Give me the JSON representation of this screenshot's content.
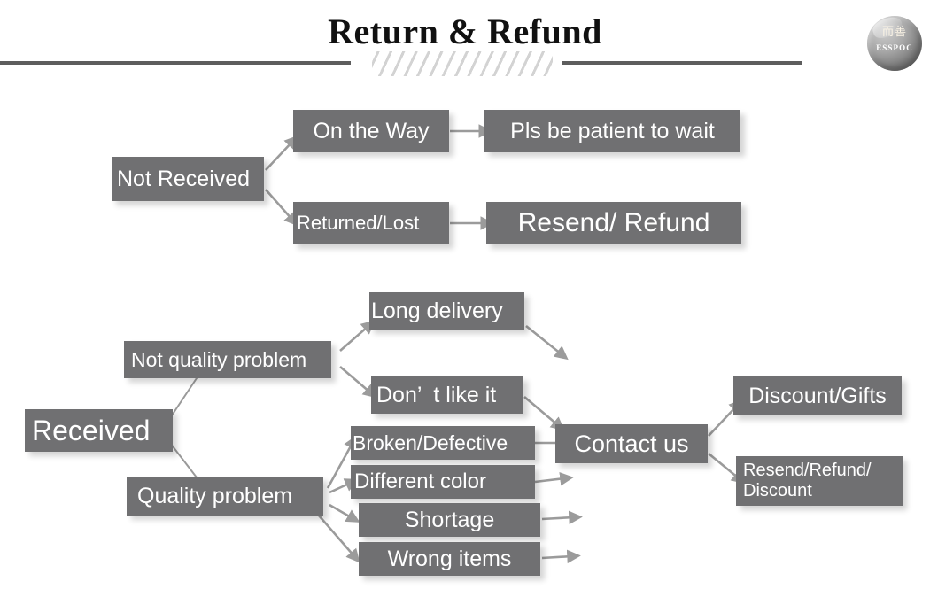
{
  "header": {
    "title": "Return & Refund",
    "divider": {
      "hatch": "diagonal-hatch-ornament"
    }
  },
  "logo": {
    "cn": "而善",
    "en": "ESSPOC"
  },
  "colors": {
    "node_fill": "#707072",
    "node_text": "#ffffff",
    "arrow": "#969696",
    "connector": "#9a9a9a",
    "title_text": "#111111",
    "divider": "#5d5d5d",
    "page_background": "#ffffff"
  },
  "flow": {
    "groups": [
      {
        "id": "not-received-group",
        "root": "Not Received",
        "branches": [
          {
            "label": "On the Way",
            "result": "Pls be patient to wait"
          },
          {
            "label": "Returned/Lost",
            "result": "Resend/ Refund"
          }
        ]
      },
      {
        "id": "received-group",
        "root": "Received",
        "branches": [
          {
            "label": "Not quality problem",
            "reasons": [
              "Long delivery",
              "Don’  t like it"
            ]
          },
          {
            "label": "Quality problem",
            "reasons": [
              "Broken/Defective",
              "Different color",
              "Shortage",
              "Wrong items"
            ]
          }
        ],
        "action": "Contact us",
        "outcomes": [
          "Discount/Gifts",
          "Resend/Refund/\nDiscount"
        ]
      }
    ],
    "nodes": {
      "not_received": "Not Received",
      "on_the_way": "On the Way",
      "pls_be_patient": "Pls be patient to wait",
      "returned_lost": "Returned/Lost",
      "resend_refund": "Resend/ Refund",
      "received": "Received",
      "not_quality_problem": "Not quality problem",
      "quality_problem": "Quality problem",
      "long_delivery": "Long delivery",
      "dont_like_it": "Don’  t like it",
      "broken_defective": "Broken/Defective",
      "different_color": "Different color",
      "shortage": "Shortage",
      "wrong_items": "Wrong items",
      "contact_us": "Contact us",
      "discount_gifts": "Discount/Gifts",
      "resend_refund_discount_line1": "Resend/Refund/",
      "resend_refund_discount_line2": "Discount"
    }
  }
}
